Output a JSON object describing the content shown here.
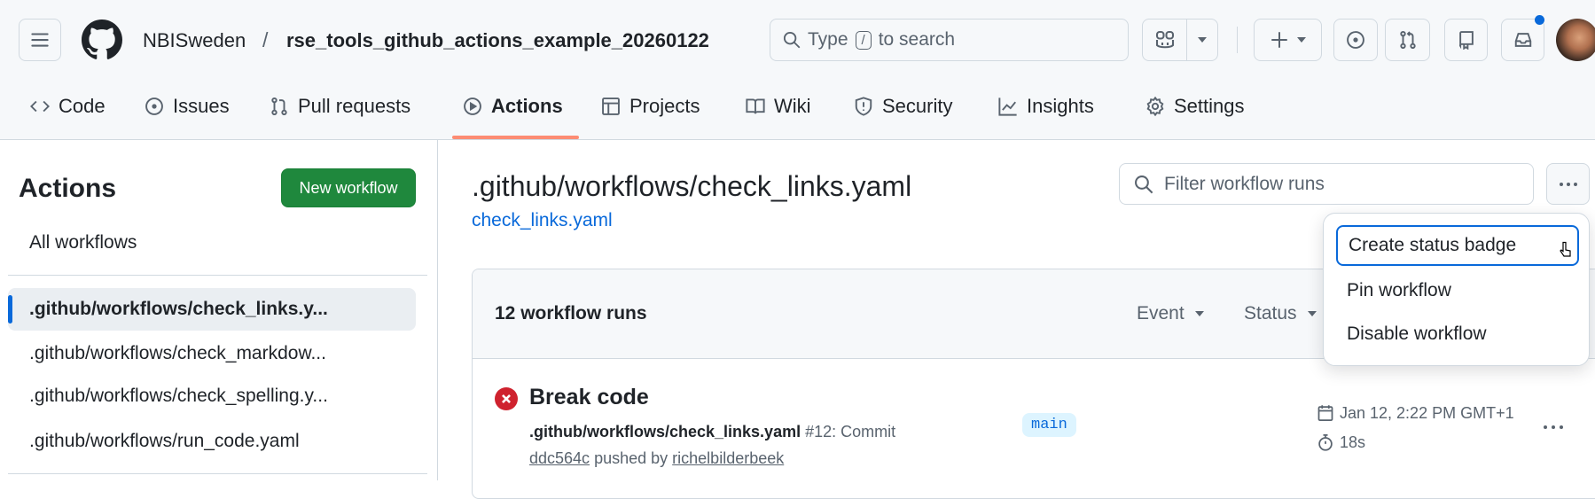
{
  "header": {
    "owner": "NBISweden",
    "separator": "/",
    "repo": "rse_tools_github_actions_example_20260122",
    "search": {
      "prefix": "Type",
      "key": "/",
      "suffix": "to search"
    },
    "notification_color": "#0969da"
  },
  "tabs": [
    {
      "label": "Code",
      "icon": "code-icon"
    },
    {
      "label": "Issues",
      "icon": "issue-icon"
    },
    {
      "label": "Pull requests",
      "icon": "pull-request-icon"
    },
    {
      "label": "Actions",
      "icon": "play-icon",
      "active": true
    },
    {
      "label": "Projects",
      "icon": "table-icon"
    },
    {
      "label": "Wiki",
      "icon": "book-icon"
    },
    {
      "label": "Security",
      "icon": "shield-icon"
    },
    {
      "label": "Insights",
      "icon": "graph-icon"
    },
    {
      "label": "Settings",
      "icon": "gear-icon"
    }
  ],
  "sidebar": {
    "title": "Actions",
    "new_workflow": "New workflow",
    "all_workflows": "All workflows",
    "workflows": [
      ".github/workflows/check_links.y...",
      ".github/workflows/check_markdow...",
      ".github/workflows/check_spelling.y...",
      ".github/workflows/run_code.yaml"
    ]
  },
  "main": {
    "title": ".github/workflows/check_links.yaml",
    "file_link": "check_links.yaml",
    "filter_placeholder": "Filter workflow runs",
    "runs_count": "12 workflow runs",
    "filters": [
      "Event",
      "Status"
    ],
    "runs": [
      {
        "title": "Break code",
        "workflow": ".github/workflows/check_links.yaml",
        "run_number": "#12: Commit",
        "commit": "ddc564c",
        "pushed_by": "pushed by",
        "author": "richelbilderbeek",
        "branch": "main",
        "date": "Jan 12, 2:22 PM GMT+1",
        "duration": "18s",
        "status": "failure"
      }
    ]
  },
  "menu": {
    "items": [
      "Create status badge",
      "Pin workflow",
      "Disable workflow"
    ]
  },
  "colors": {
    "accent": "#0969da",
    "green": "#1f883d",
    "underline": "#fd8c73",
    "failure": "#cf222e"
  }
}
